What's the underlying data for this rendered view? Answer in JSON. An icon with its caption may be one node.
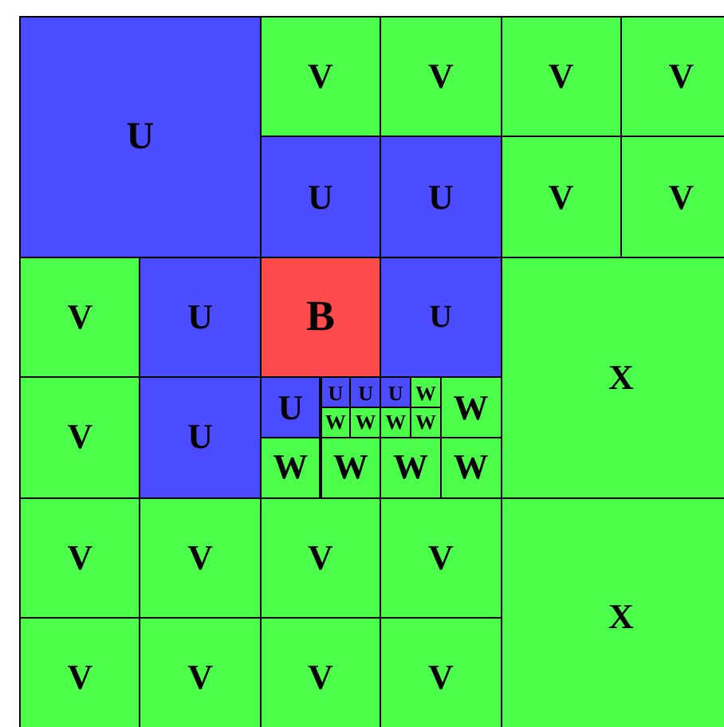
{
  "diagram": {
    "nodes": [
      {
        "text": [
          "U"
        ]
      },
      {
        "text": [
          "V"
        ]
      },
      {
        "text": [
          "V"
        ]
      },
      {
        "text": [
          "V"
        ]
      },
      {
        "text": [
          "V"
        ]
      },
      {
        "text": [
          "U"
        ]
      },
      {
        "text": [
          "U"
        ]
      },
      {
        "text": [
          "V"
        ]
      },
      {
        "text": [
          "V"
        ]
      },
      {
        "text": [
          "V"
        ]
      },
      {
        "text": [
          "U"
        ]
      },
      {
        "text": [
          "B"
        ]
      },
      {
        "text": [
          "U"
        ]
      },
      {
        "text": [
          "X"
        ]
      },
      {
        "text": [
          "V"
        ]
      },
      {
        "text": [
          "U"
        ]
      },
      {
        "text": [
          "U"
        ]
      },
      {
        "text": [
          "U"
        ]
      },
      {
        "text": [
          "U"
        ]
      },
      {
        "text": [
          "U"
        ]
      },
      {
        "text": [
          "W"
        ]
      },
      {
        "text": [
          "W"
        ]
      },
      {
        "text": [
          "W"
        ]
      },
      {
        "text": [
          "W"
        ]
      },
      {
        "text": [
          "W"
        ]
      },
      {
        "text": [
          "W"
        ]
      },
      {
        "text": [
          "W"
        ]
      },
      {
        "text": [
          "W"
        ]
      },
      {
        "text": [
          "W"
        ]
      },
      {
        "text": [
          "W"
        ]
      },
      {
        "text": [
          "V"
        ]
      },
      {
        "text": [
          "V"
        ]
      },
      {
        "text": [
          "V"
        ]
      },
      {
        "text": [
          "V"
        ]
      },
      {
        "text": [
          "X"
        ]
      },
      {
        "text": [
          "V"
        ]
      },
      {
        "text": [
          "V"
        ]
      },
      {
        "text": [
          "V"
        ]
      },
      {
        "text": [
          "V"
        ]
      }
    ]
  }
}
